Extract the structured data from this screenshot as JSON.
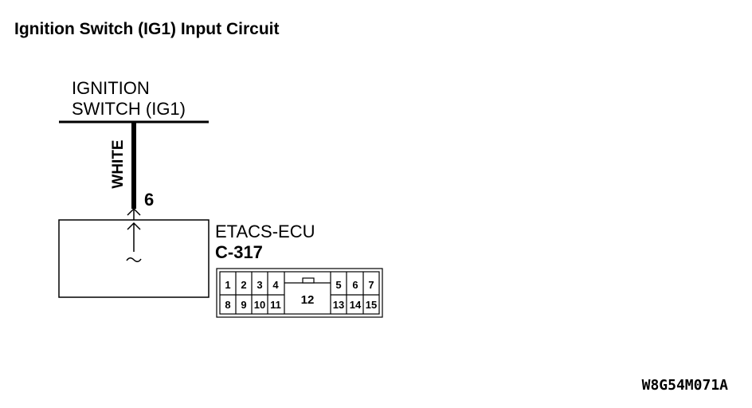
{
  "title": "Ignition Switch (IG1) Input Circuit",
  "ignition_switch": {
    "line1": "IGNITION",
    "line2": "SWITCH (IG1)"
  },
  "wire": {
    "color": "WHITE",
    "terminal": "6"
  },
  "ecu": {
    "name": "ETACS-ECU",
    "connector": "C-317"
  },
  "connector_pins": {
    "top_left": [
      "1",
      "2",
      "3",
      "4"
    ],
    "top_right": [
      "5",
      "6",
      "7"
    ],
    "center": "12",
    "bottom_left": [
      "8",
      "9",
      "10",
      "11"
    ],
    "bottom_right": [
      "13",
      "14",
      "15"
    ]
  },
  "figure_code": "W8G54M071A"
}
